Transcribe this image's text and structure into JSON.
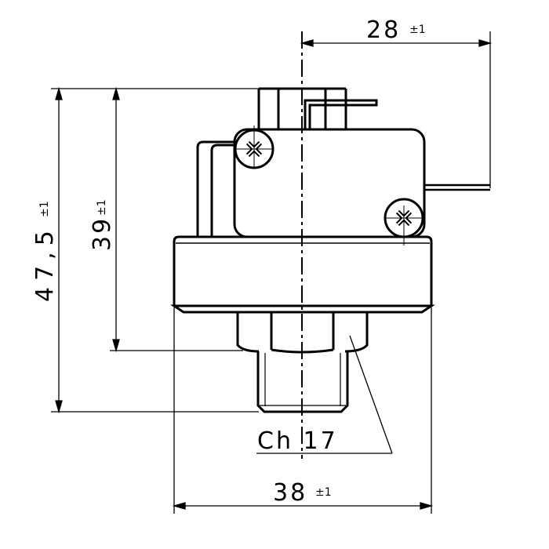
{
  "dimensions": {
    "top_width": {
      "value": "28",
      "tolerance": "±1"
    },
    "height_switch": {
      "value": "39",
      "tolerance": "±1"
    },
    "height_total": {
      "value": "47,5",
      "tolerance": "±1"
    },
    "base_width": {
      "value": "38",
      "tolerance": "±1"
    }
  },
  "callouts": {
    "hex_size": "Ch 17"
  },
  "colors": {
    "line": "#000000",
    "background": "#ffffff"
  }
}
